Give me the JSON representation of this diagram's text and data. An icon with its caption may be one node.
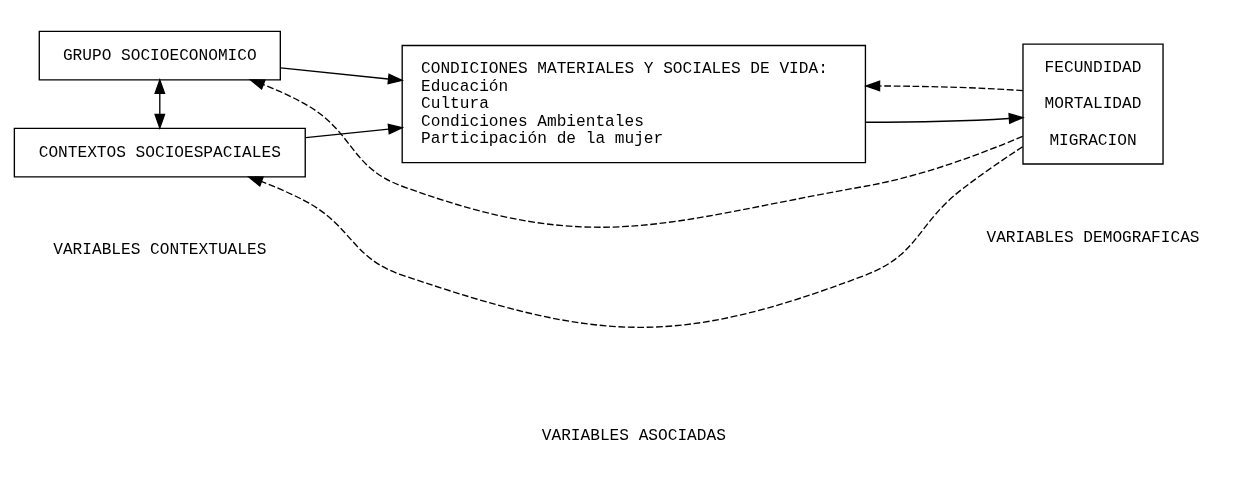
{
  "diagram": {
    "nodes": [
      {
        "text": [
          "GRUPO SOCIOECONOMICO"
        ]
      },
      {
        "text": [
          "CONTEXTOS SOCIOESPACIALES"
        ]
      },
      {
        "text": [
          "CONDICIONES MATERIALES Y SOCIALES DE VIDA:",
          "Educación",
          "Cultura",
          "Condiciones Ambientales",
          "Participación de la mujer"
        ]
      },
      {
        "text": [
          "FECUNDIDAD",
          "MORTALIDAD",
          "MIGRACION"
        ]
      }
    ],
    "edges": [
      {
        "from": 0,
        "to": 1,
        "arrow": "both"
      },
      {
        "from": 0,
        "to": 2,
        "arrow": "to"
      },
      {
        "from": 1,
        "to": 2,
        "arrow": "to"
      },
      {
        "from": 2,
        "to": 3,
        "arrow": "to"
      },
      {
        "from": 3,
        "to": 2,
        "arrow": "to",
        "style": "dashed"
      },
      {
        "from": 3,
        "to": 1,
        "arrow": "to",
        "style": "dashed"
      },
      {
        "from": 3,
        "to": 0,
        "arrow": "to",
        "style": "dashed"
      }
    ],
    "labels": [
      "VARIABLES CONTEXTUALES",
      "VARIABLES ASOCIADAS",
      "VARIABLES DEMOGRAFICAS"
    ]
  }
}
